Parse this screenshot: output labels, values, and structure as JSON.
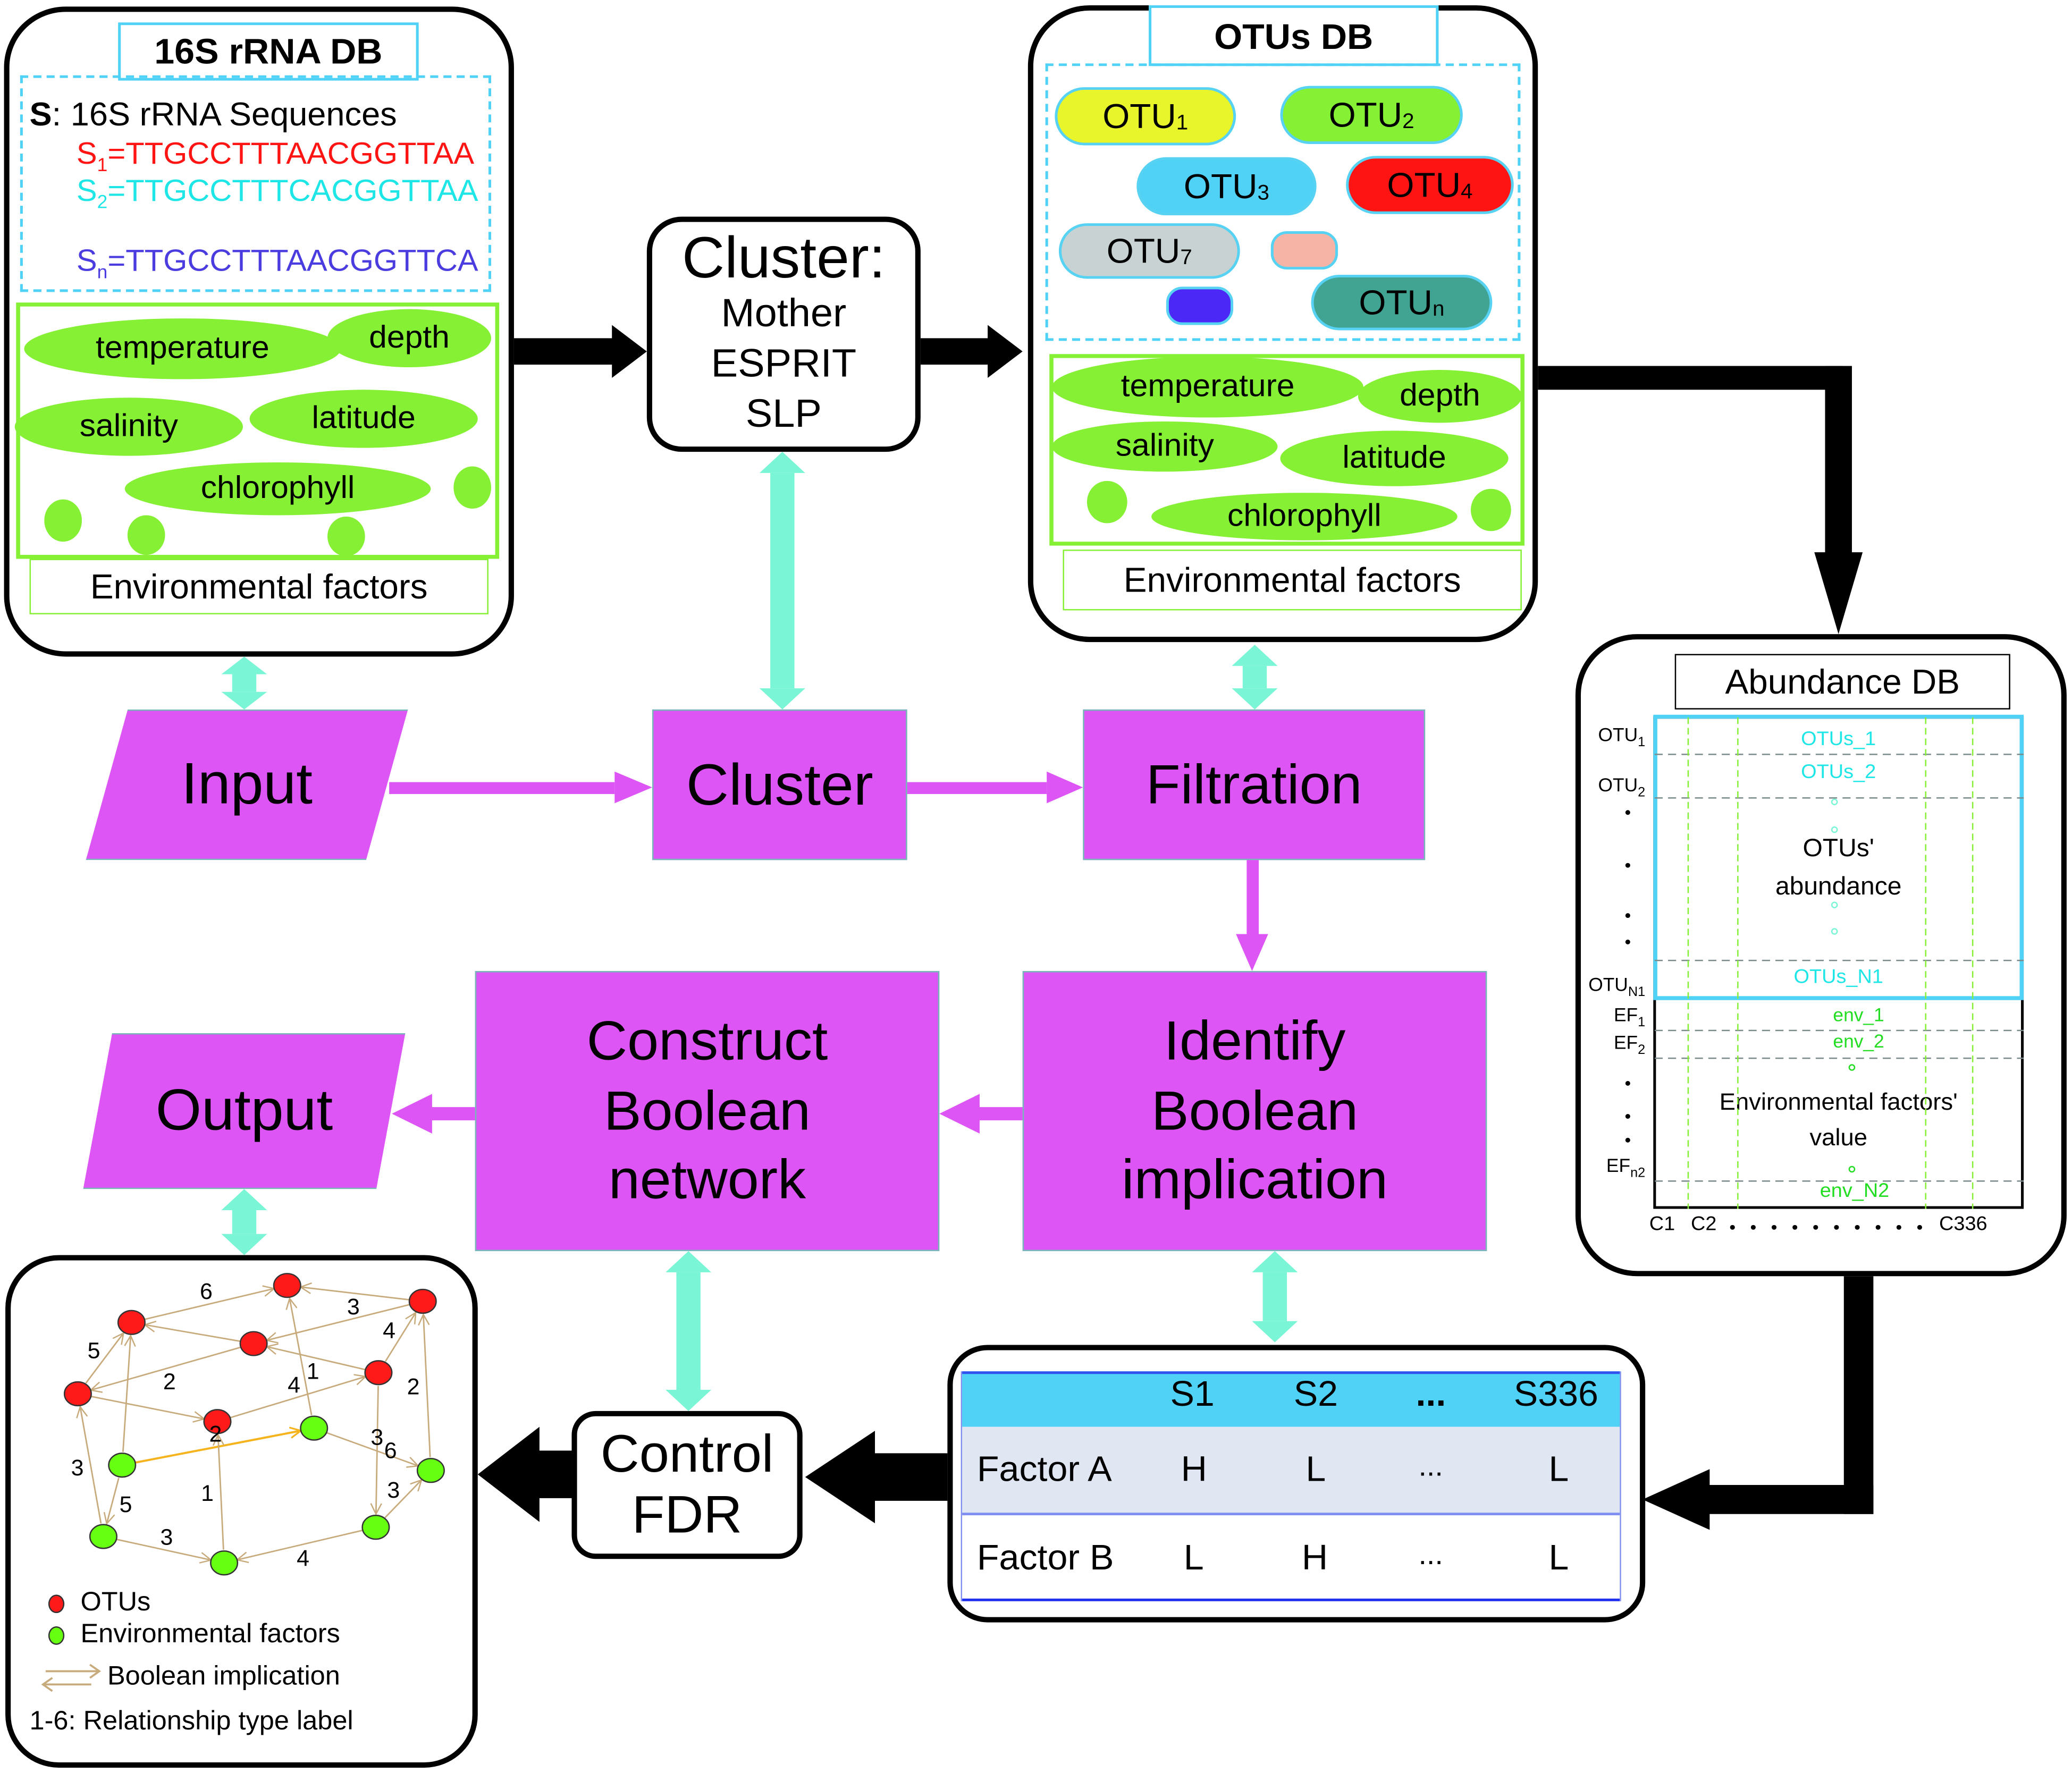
{
  "colors": {
    "process_block": "#dd55f5",
    "connector_teal": "#7af5d5",
    "flow_arrow_black": "#000000",
    "flow_arrow_magenta": "#dd55f5",
    "title_border_cyan": "#4fd2f5",
    "env_green": "#86f035",
    "otu_node_red": "#ff1a1a",
    "env_node_green": "#66ff11",
    "edge_tan": "#c8ab7c",
    "edge_highlight": "#f5b41e",
    "seq_red": "#ff1414",
    "seq_cyan": "#1ee6e6",
    "seq_blue": "#4b3ce0",
    "table_header": "#4fd2f5",
    "table_row_a": "#e0e6f2"
  },
  "rrna_db": {
    "title": "16S rRNA DB",
    "seq_heading_bold": "S",
    "seq_heading_rest": ": 16S rRNA Sequences",
    "sequences": [
      {
        "name": "S",
        "sub": "1",
        "value": "=TTGCCTTTAACGGTTAA",
        "color": "#ff1414"
      },
      {
        "name": "S",
        "sub": "2",
        "value": "=TTGCCTTTCACGGTTAA",
        "color": "#1ee6e6"
      },
      {
        "name": "S",
        "sub": "n",
        "value": "=TTGCCTTTAACGGTTCA",
        "color": "#4b3ce0"
      }
    ],
    "factors": [
      "temperature",
      "depth",
      "salinity",
      "latitude",
      "chlorophyll"
    ],
    "factors_caption": "Environmental factors"
  },
  "cluster_box": {
    "title": "Cluster:",
    "methods": [
      "Mother",
      "ESPRIT",
      "SLP"
    ]
  },
  "otus_db": {
    "title": "OTUs DB",
    "otus": [
      {
        "name": "OTU",
        "sub": "1",
        "color": "#e8f52a"
      },
      {
        "name": "OTU",
        "sub": "2",
        "color": "#86f035"
      },
      {
        "name": "OTU",
        "sub": "3",
        "color": "#4fd2f5"
      },
      {
        "name": "OTU",
        "sub": "4",
        "color": "#ff1414"
      },
      {
        "name": "OTU",
        "sub": "7",
        "color": "#c8d2d2"
      },
      {
        "name": "",
        "sub": "",
        "color": "#f5b4a5"
      },
      {
        "name": "",
        "sub": "",
        "color": "#4b28f5"
      },
      {
        "name": "OTU",
        "sub": "n",
        "color": "#41a391"
      }
    ],
    "factors": [
      "temperature",
      "depth",
      "salinity",
      "latitude",
      "chlorophyll"
    ],
    "factors_caption": "Environmental factors"
  },
  "abundance_db": {
    "title": "Abundance DB",
    "row_labels": [
      {
        "name": "OTU",
        "sub": "1"
      },
      {
        "name": "OTU",
        "sub": "2"
      },
      {
        "name": "OTU",
        "sub": "N1"
      },
      {
        "name": "EF",
        "sub": "1"
      },
      {
        "name": "EF",
        "sub": "2"
      },
      {
        "name": "EF",
        "sub": "n2"
      }
    ],
    "otu_cells": [
      "OTUs_1",
      "OTUs_2",
      "OTUs_N1"
    ],
    "otu_caption": [
      "OTUs'",
      "abundance"
    ],
    "env_cells": [
      "env_1",
      "env_2",
      "env_N2"
    ],
    "env_caption": [
      "Environmental factors'",
      "value"
    ],
    "col_labels": [
      "C1",
      "C2",
      "C336"
    ]
  },
  "process": {
    "input": "Input",
    "cluster": "Cluster",
    "filtration": "Filtration",
    "identify": [
      "Identify",
      "Boolean",
      "implication"
    ],
    "construct": [
      "Construct",
      "Boolean",
      "network"
    ],
    "output": "Output",
    "control_fdr": [
      "Control",
      "FDR"
    ]
  },
  "binary_table": {
    "headers": [
      "",
      "S1",
      "S2",
      "...",
      "S336"
    ],
    "rows": [
      [
        "Factor A",
        "H",
        "L",
        "...",
        "L"
      ],
      [
        "Factor B",
        "L",
        "H",
        "...",
        "L"
      ]
    ]
  },
  "network": {
    "nodes": [
      {
        "id": "o1",
        "type": "otu"
      },
      {
        "id": "o2",
        "type": "otu"
      },
      {
        "id": "o3",
        "type": "otu"
      },
      {
        "id": "o4",
        "type": "otu"
      },
      {
        "id": "o5",
        "type": "otu"
      },
      {
        "id": "o6",
        "type": "otu"
      },
      {
        "id": "o7",
        "type": "otu"
      },
      {
        "id": "e1",
        "type": "env"
      },
      {
        "id": "e2",
        "type": "env"
      },
      {
        "id": "e3",
        "type": "env"
      },
      {
        "id": "e4",
        "type": "env"
      },
      {
        "id": "e5",
        "type": "env"
      },
      {
        "id": "e6",
        "type": "env"
      }
    ],
    "edges": [
      {
        "from": "o1",
        "to": "o2",
        "label": "6"
      },
      {
        "from": "o3",
        "to": "o2",
        "label": "3"
      },
      {
        "from": "o3",
        "to": "o4",
        "label": ""
      },
      {
        "from": "o4",
        "to": "o1",
        "label": ""
      },
      {
        "from": "o6",
        "to": "o4",
        "label": "1"
      },
      {
        "from": "o6",
        "to": "o3",
        "label": "4"
      },
      {
        "from": "o4",
        "to": "o5",
        "label": "2"
      },
      {
        "from": "o5",
        "to": "o1",
        "label": "5"
      },
      {
        "from": "o5",
        "to": "o7",
        "label": ""
      },
      {
        "from": "o7",
        "to": "o6",
        "label": "4"
      },
      {
        "from": "e1",
        "to": "o1",
        "label": ""
      },
      {
        "from": "e1",
        "to": "e2",
        "label": "2",
        "highlight": true
      },
      {
        "from": "e2",
        "to": "o2",
        "label": ""
      },
      {
        "from": "e2",
        "to": "e3",
        "label": "3"
      },
      {
        "from": "e3",
        "to": "o3",
        "label": "2"
      },
      {
        "from": "o6",
        "to": "e4",
        "label": "6"
      },
      {
        "from": "e4",
        "to": "e3",
        "label": "3"
      },
      {
        "from": "e4",
        "to": "e5",
        "label": "4"
      },
      {
        "from": "e5",
        "to": "o7",
        "label": "1"
      },
      {
        "from": "e6",
        "to": "e5",
        "label": "3"
      },
      {
        "from": "e6",
        "to": "o5",
        "label": "3"
      },
      {
        "from": "e1",
        "to": "e6",
        "label": "5"
      }
    ],
    "legend": {
      "otus": "OTUs",
      "env": "Environmental factors",
      "implication": "Boolean implication",
      "types": "1-6: Relationship type label"
    }
  }
}
